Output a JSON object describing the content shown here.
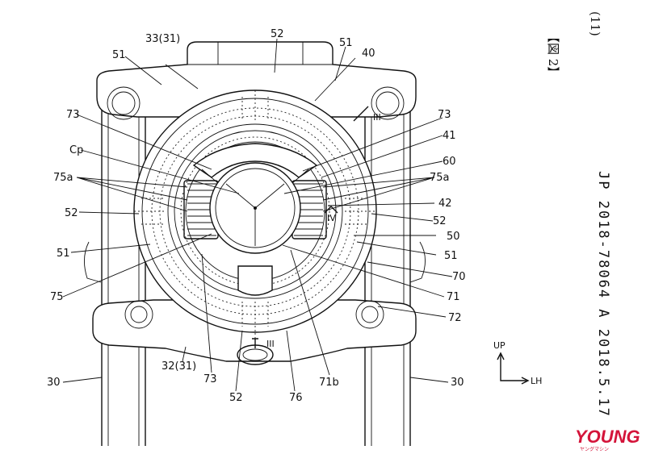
{
  "header": {
    "page_number": "(11)",
    "figure_title": "【図 2】"
  },
  "side_text": "JP 2018-78064 A 2018.5.17",
  "parts": {
    "p33": "33(31)",
    "p52_top": "52",
    "p51_tl": "51",
    "p51_tr": "51",
    "p40": "40",
    "p73_tl": "73",
    "p73_tr": "73",
    "sec_III_top": "III",
    "p41": "41",
    "pCp": "Cp",
    "p60": "60",
    "p75a_l": "75a",
    "p75a_r": "75a",
    "p42": "42",
    "p52_l": "52",
    "p52_r": "52",
    "sec_IV": "IV",
    "p50": "50",
    "p51_l": "51",
    "p51_r": "51",
    "p70": "70",
    "p75": "75",
    "p71": "71",
    "p72": "72",
    "sec_III_bot": "III",
    "p30_l": "30",
    "p30_r": "30",
    "p32": "32(31)",
    "p73_b": "73",
    "p52_b": "52",
    "p76": "76",
    "p71b": "71b"
  },
  "orientation": {
    "up": "UP",
    "left_hand": "LH"
  },
  "logo": {
    "main": "YOUNG",
    "sub": "ヤングマシン"
  }
}
